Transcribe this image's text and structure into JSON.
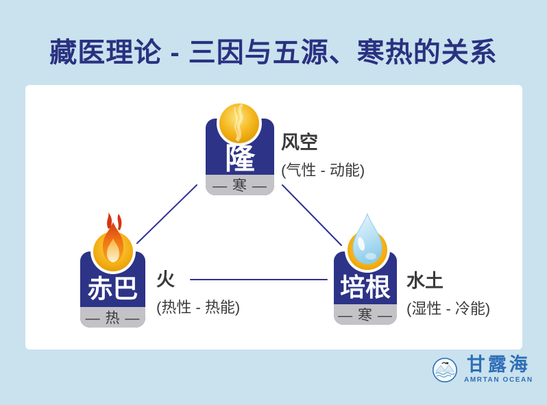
{
  "title": "藏医理论 - 三因与五源、寒热的关系",
  "nodes": {
    "long": {
      "name": "隆",
      "band": "— 寒 —",
      "element": "风空",
      "property": "(气性 - 动能)",
      "icon": "wind-sphere-icon"
    },
    "chiba": {
      "name": "赤巴",
      "band": "— 热 —",
      "element": "火",
      "property": "(热性 - 热能)",
      "icon": "fire-icon"
    },
    "peigen": {
      "name": "培根",
      "band": "— 寒 —",
      "element": "水土",
      "property": "(湿性 - 冷能)",
      "icon": "water-drop-icon"
    }
  },
  "logo": {
    "name": "甘露海",
    "subtitle": "AMRTAN OCEAN"
  },
  "colors": {
    "background": "#c9e2ee",
    "panel": "#ffffff",
    "navy": "#2d3386",
    "connector": "#2e3192",
    "band_gray": "#c3c2c7",
    "gold": "#f3ae12",
    "label_text": "#3a3a3c",
    "logo_blue": "#2f6eb6"
  }
}
